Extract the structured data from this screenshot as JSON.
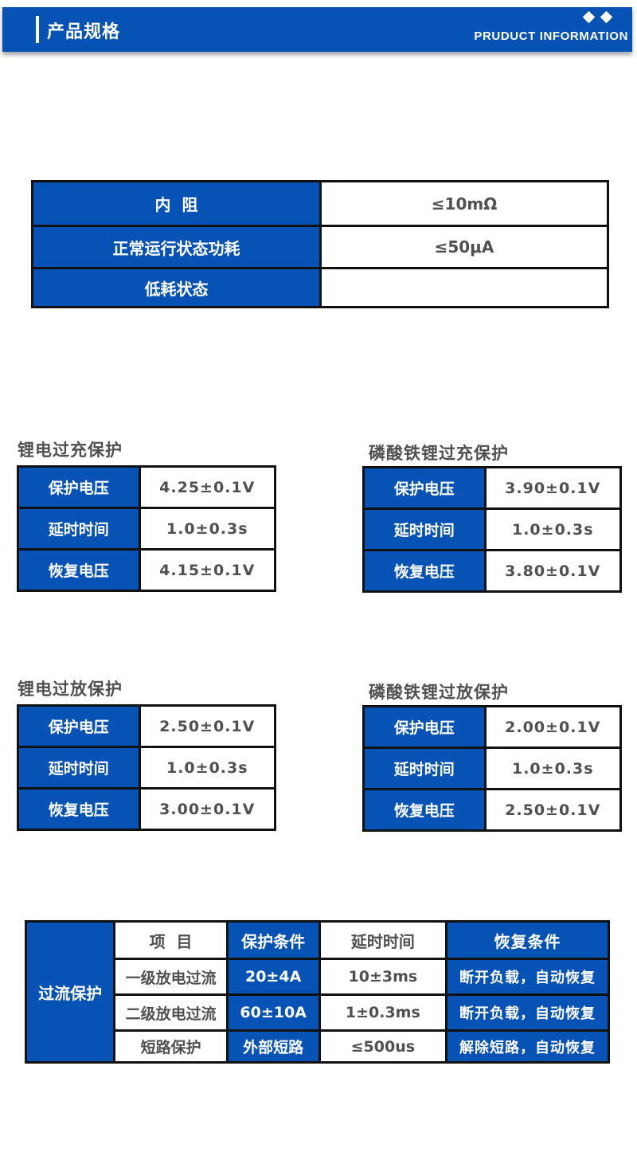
{
  "header": {
    "title": "产品规格",
    "subtitle": "PRUDUCT INFORMATION",
    "accent_color": "#0753b5"
  },
  "spec_table": {
    "rows": [
      {
        "label": "内  阻",
        "value": "≤10mΩ"
      },
      {
        "label": "正常运行状态功耗",
        "value": "≤50μA"
      },
      {
        "label": "低耗状态",
        "value": ""
      }
    ]
  },
  "protection_tables": [
    {
      "title": "锂电过充保护",
      "rows": [
        {
          "label": "保护电压",
          "value": "4.25±0.1V"
        },
        {
          "label": "延时时间",
          "value": "1.0±0.3s"
        },
        {
          "label": "恢复电压",
          "value": "4.15±0.1V"
        }
      ]
    },
    {
      "title": "磷酸铁锂过充保护",
      "rows": [
        {
          "label": "保护电压",
          "value": "3.90±0.1V"
        },
        {
          "label": "延时时间",
          "value": "1.0±0.3s"
        },
        {
          "label": "恢复电压",
          "value": "3.80±0.1V"
        }
      ]
    },
    {
      "title": "锂电过放保护",
      "rows": [
        {
          "label": "保护电压",
          "value": "2.50±0.1V"
        },
        {
          "label": "延时时间",
          "value": "1.0±0.3s"
        },
        {
          "label": "恢复电压",
          "value": "3.00±0.1V"
        }
      ]
    },
    {
      "title": "磷酸铁锂过放保护",
      "rows": [
        {
          "label": "保护电压",
          "value": "2.00±0.1V"
        },
        {
          "label": "延时时间",
          "value": "1.0±0.3s"
        },
        {
          "label": "恢复电压",
          "value": "2.50±0.1V"
        }
      ]
    }
  ],
  "overcurrent_table": {
    "group_label": "过流保护",
    "headers": [
      "项  目",
      "保护条件",
      "延时时间",
      "恢复条件"
    ],
    "rows": [
      {
        "item": "一级放电过流",
        "condition": "20±4A",
        "delay": "10±3ms",
        "recovery": "断开负载，自动恢复"
      },
      {
        "item": "二级放电过流",
        "condition": "60±10A",
        "delay": "1±0.3ms",
        "recovery": "断开负载，自动恢复"
      },
      {
        "item": "短路保护",
        "condition": "外部短路",
        "delay": "≤500us",
        "recovery": "解除短路，自动恢复"
      }
    ]
  }
}
